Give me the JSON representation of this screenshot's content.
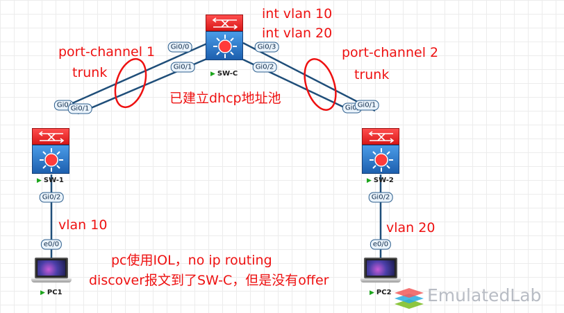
{
  "devices": {
    "sw_c": {
      "label": "SW-C"
    },
    "sw_1": {
      "label": "SW-1"
    },
    "sw_2": {
      "label": "SW-2"
    },
    "pc1": {
      "label": "PC1"
    },
    "pc2": {
      "label": "PC2"
    }
  },
  "ports": {
    "swc_gi00": "Gi0/0",
    "swc_gi01": "Gi0/1",
    "swc_gi03": "Gi0/3",
    "swc_gi02": "Gi0/2",
    "sw1_gi00": "Gi0/",
    "sw1_gi01": "Gi0/1",
    "sw1_gi02": "Gi0/2",
    "sw2_gi00": "Gi0/",
    "sw2_gi01": "Gi0/1",
    "sw2_gi02": "Gi0/2",
    "pc1_e00": "e0/0",
    "pc2_e00": "e0/0"
  },
  "annotations": {
    "int_vlan10": "int vlan 10",
    "int_vlan20": "int vlan 20",
    "pc1_label": "port-channel 1",
    "trunk_left": "trunk",
    "pc2_label": "port-channel 2",
    "trunk_right": "trunk",
    "dhcp": "已建立dhcp地址池",
    "vlan10": "vlan 10",
    "vlan20": "vlan 20",
    "note_line1": "pc使用IOL，no ip routing",
    "note_line2": "discover报文到了SW-C，但是没有offer"
  },
  "watermark": {
    "text": "EmulatedLab"
  },
  "colors": {
    "annotation": "#ee1111",
    "link": "#1f4e79",
    "switch_top": "#e21f1f",
    "switch_bottom": "#2f7dd1",
    "watermark": "#b8bcc4"
  }
}
